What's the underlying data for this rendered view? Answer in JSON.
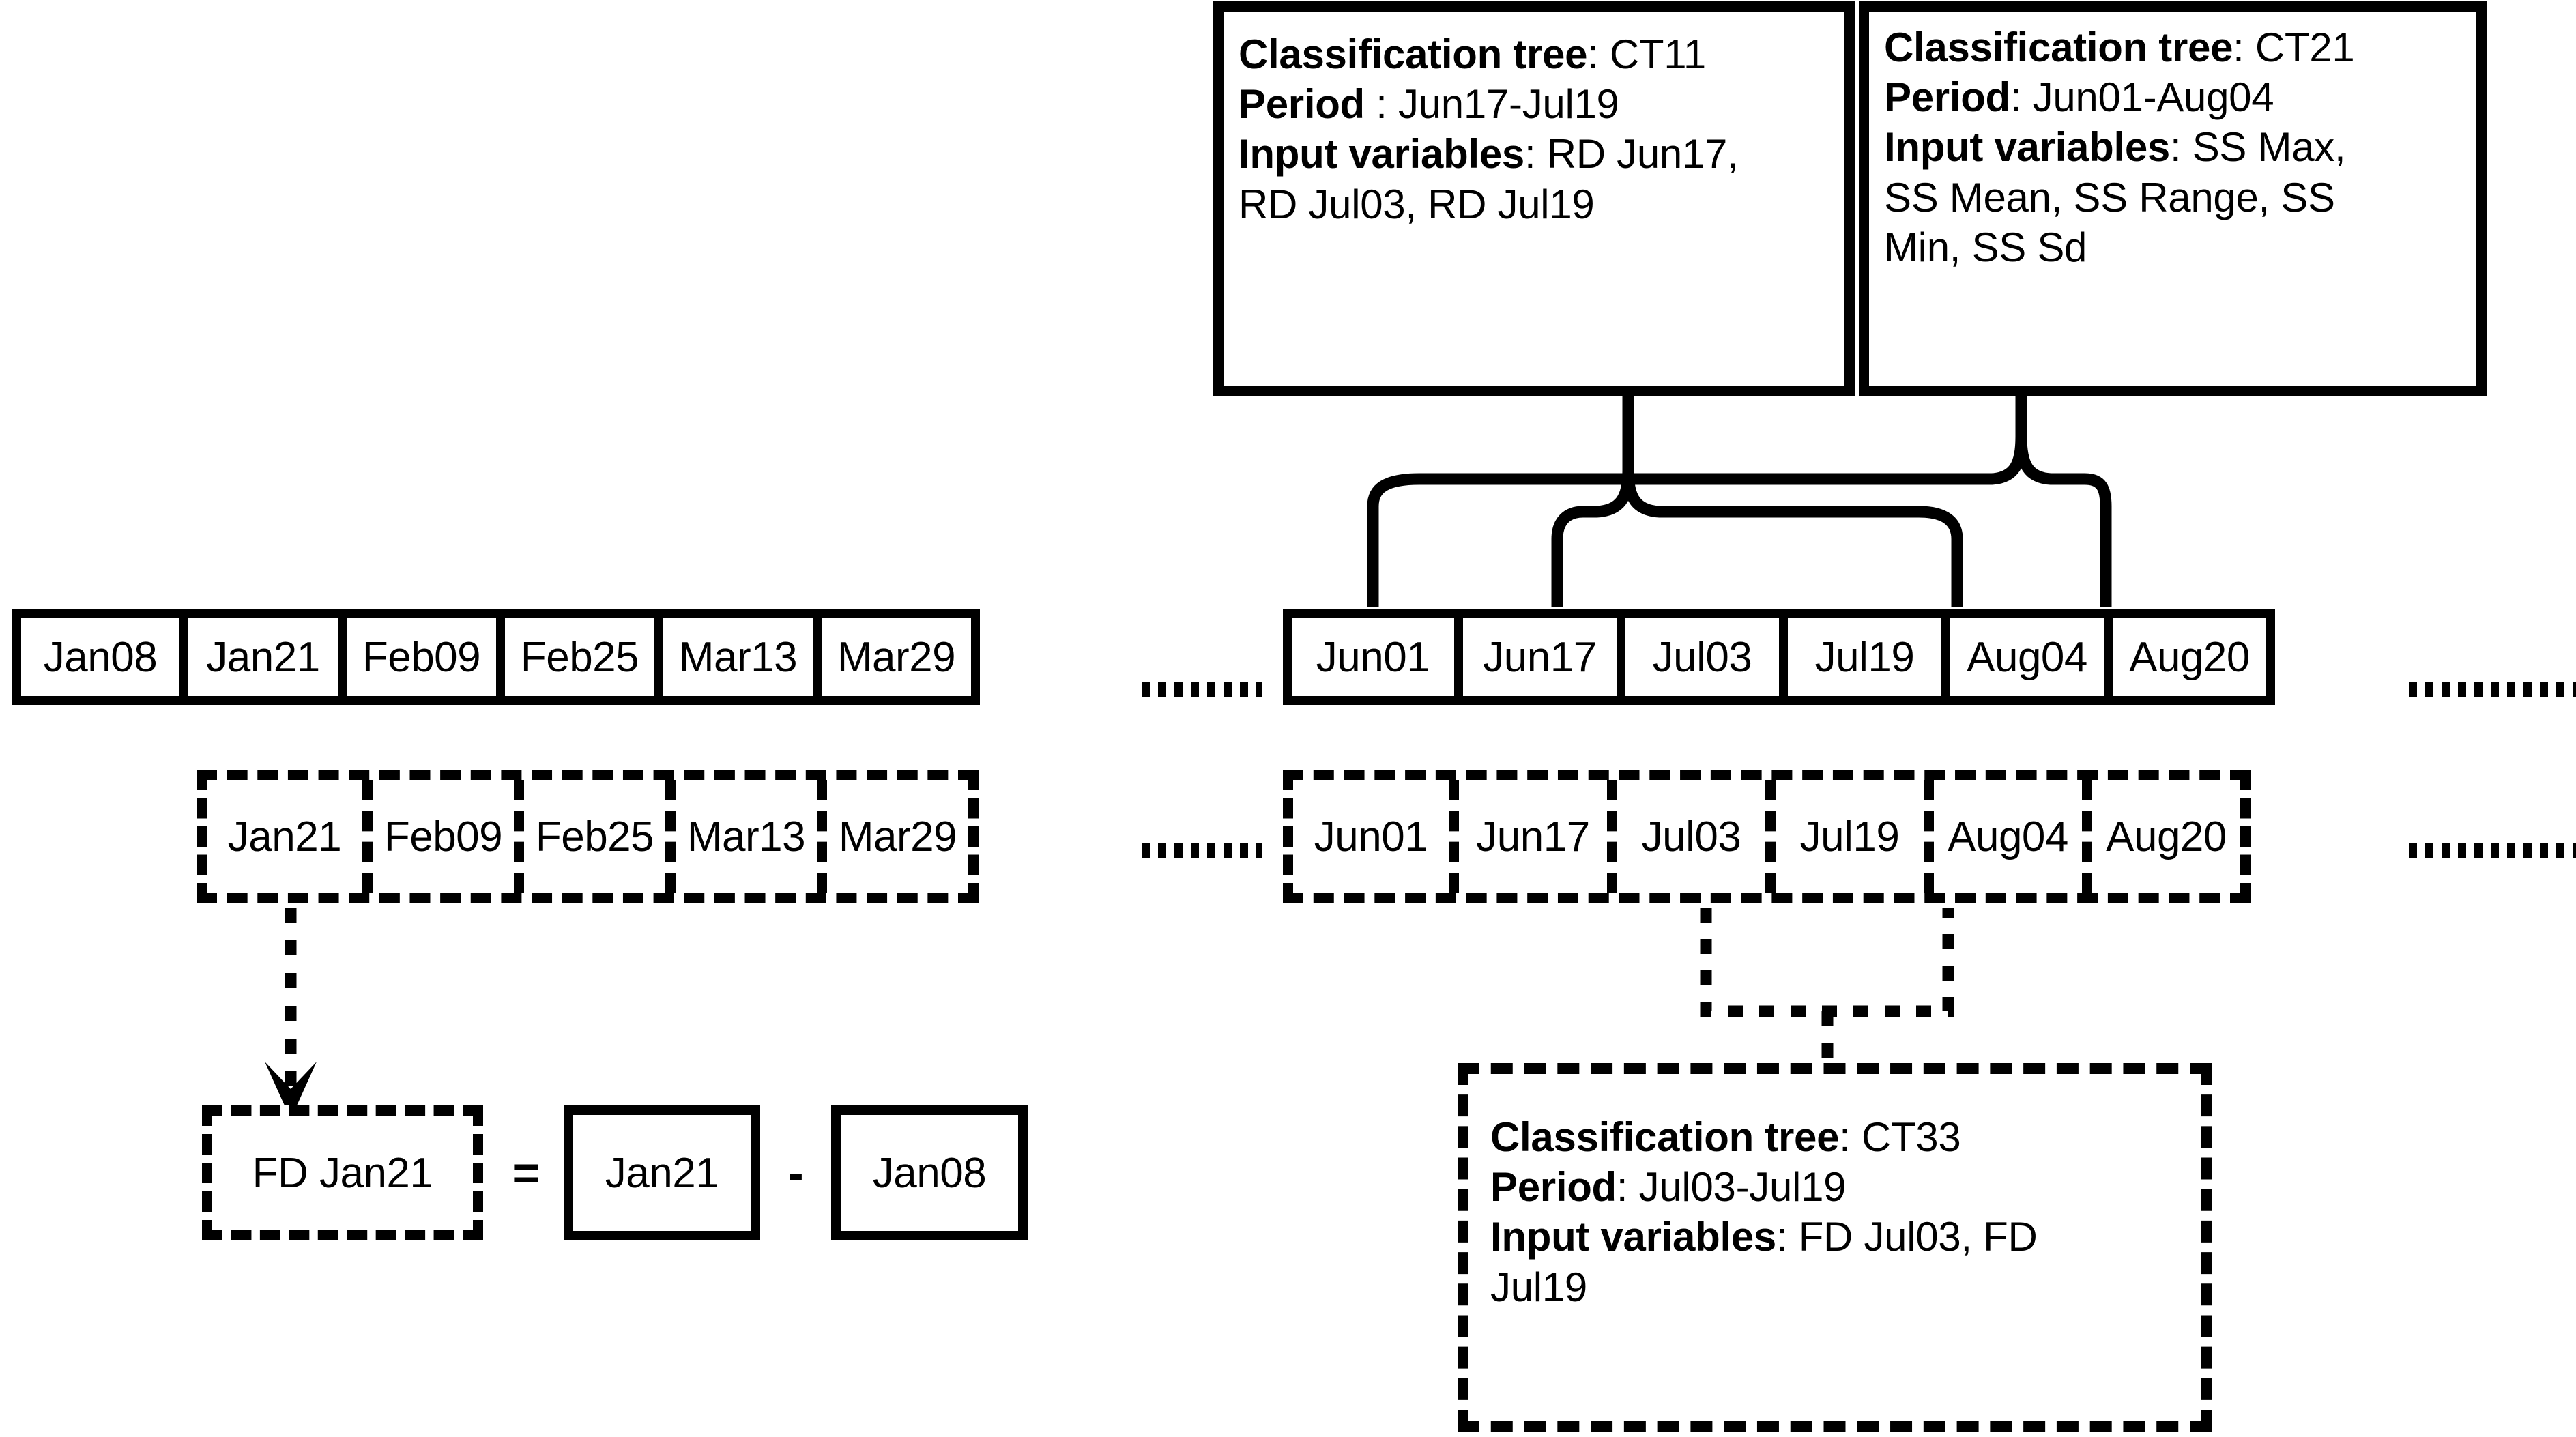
{
  "diagram": {
    "title": "Classification tree timeline / input variable derivation diagram"
  },
  "info_boxes": [
    {
      "id": "ct11",
      "style": "solid",
      "label_tree": "Classification tree",
      "value_tree": ": CT11",
      "label_period": "Period",
      "value_period": " :  Jun17-Jul19",
      "label_inputs": "Input variables",
      "value_inputs": ": RD Jun17,",
      "value_inputs_line2": "RD Jul03, RD  Jul19"
    },
    {
      "id": "ct21",
      "style": "solid",
      "label_tree": "Classification tree",
      "value_tree": ": CT21",
      "label_period": "Period",
      "value_period": ":  Jun01-Aug04",
      "label_inputs": "Input variables",
      "value_inputs": ": SS  Max,",
      "value_inputs_line2": "SS Mean, SS Range, SS",
      "value_inputs_line3": "Min, SS Sd"
    },
    {
      "id": "ct33",
      "style": "dotted",
      "label_tree": "Classification tree",
      "value_tree": ": CT33",
      "label_period": "Period",
      "value_period": ":  Jul03-Jul19",
      "label_inputs": "Input variables",
      "value_inputs": ": FD Jul03, FD",
      "value_inputs_line2": "Jul19"
    }
  ],
  "timeline": {
    "row_solid_left": {
      "cells": [
        "Jan08",
        "Jan21",
        "Feb09",
        "Feb25",
        "Mar13",
        "Mar29"
      ]
    },
    "row_solid_right": {
      "cells": [
        "Jun01",
        "Jun17",
        "Jul03",
        "Jul19",
        "Aug04",
        "Aug20"
      ]
    },
    "row_dashed_left": {
      "cells": [
        "Jan21",
        "Feb09",
        "Feb25",
        "Mar13",
        "Mar29"
      ]
    },
    "row_dashed_right": {
      "cells": [
        "Jun01",
        "Jun17",
        "Jul03",
        "Jul19",
        "Aug04",
        "Aug20"
      ]
    },
    "ellipsis_marks": [
      "..........",
      "..............",
      "..........",
      "..............."
    ]
  },
  "equation": {
    "result_label": "FD Jan21",
    "equals_sign": "=",
    "minuend": "Jan21",
    "minus_sign": "-",
    "subtrahend": "Jan08"
  },
  "colors": {
    "stroke": "#000000",
    "background": "#ffffff"
  }
}
